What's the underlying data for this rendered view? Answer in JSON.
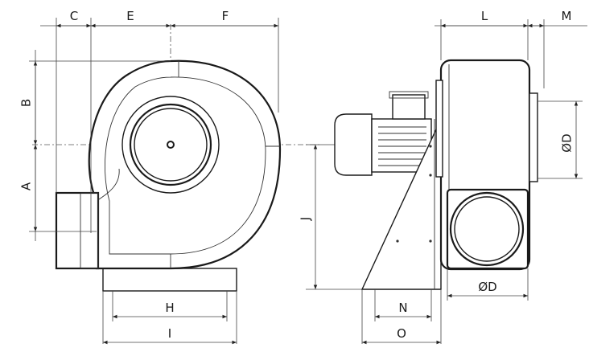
{
  "dimension_labels": {
    "C": "C",
    "E": "E",
    "F": "F",
    "B": "B",
    "A": "A",
    "H": "H",
    "I": "I",
    "J": "J",
    "L": "L",
    "M": "M",
    "D_side": "ØD",
    "D_bottom": "ØD",
    "N": "N",
    "O": "O"
  }
}
